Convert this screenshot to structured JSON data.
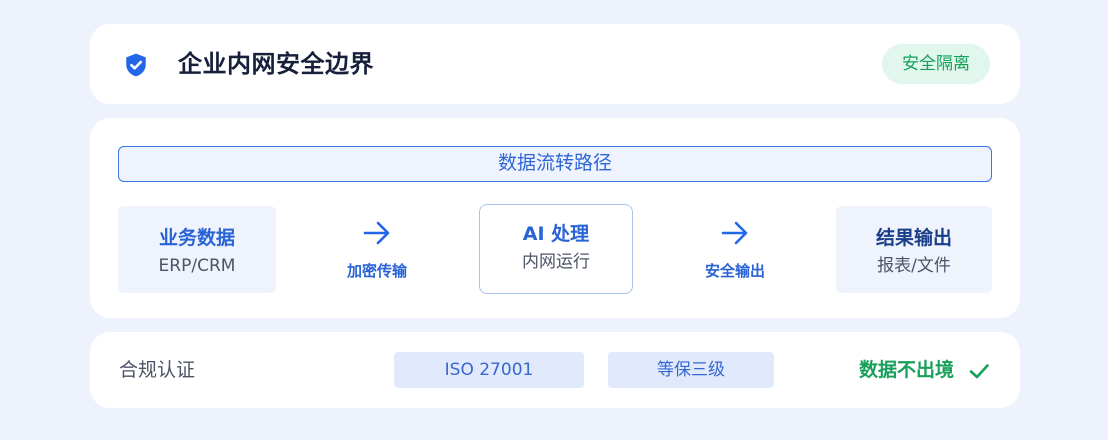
{
  "header": {
    "title": "企业内网安全边界",
    "badge": "安全隔离",
    "icon": "shield-check-icon"
  },
  "flow": {
    "route_label": "数据流转路径",
    "nodes": [
      {
        "title": "业务数据",
        "subtitle": "ERP/CRM"
      },
      {
        "title": "AI 处理",
        "subtitle": "内网运行"
      },
      {
        "title": "结果输出",
        "subtitle": "报表/文件"
      }
    ],
    "arrows": [
      {
        "label": "加密传输",
        "icon": "arrow-right-icon"
      },
      {
        "label": "安全输出",
        "icon": "arrow-right-icon"
      }
    ]
  },
  "compliance": {
    "label": "合规认证",
    "certs": [
      "ISO 27001",
      "等保三级"
    ],
    "status": "数据不出境",
    "status_icon": "check-icon"
  },
  "colors": {
    "background": "#edf2fc",
    "primary_blue": "#2a63d6",
    "success_green": "#18a05b",
    "badge_bg": "#e1f6ec"
  }
}
